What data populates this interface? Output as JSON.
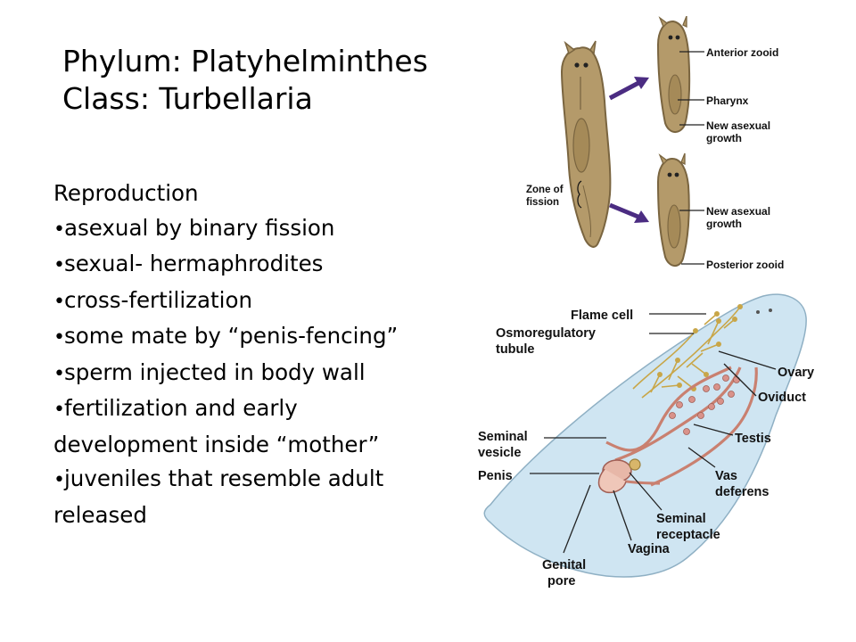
{
  "slide": {
    "title_line1": "Phylum: Platyhelminthes",
    "title_line2": "Class: Turbellaria"
  },
  "content": {
    "heading": "Reproduction",
    "bullets": [
      "asexual by binary fission",
      "sexual- hermaphrodites",
      "cross-fertilization",
      "some mate by “penis-fencing”",
      "sperm injected in body wall",
      "fertilization and early",
      "juveniles that resemble adult"
    ],
    "continuations": [
      "development inside “mother”",
      "released"
    ]
  },
  "fission_figure": {
    "labels": {
      "anterior_zooid": "Anterior zooid",
      "pharynx": "Pharynx",
      "new_asexual_growth_top": "New asexual growth",
      "zone_of_fission": "Zone of fission",
      "new_asexual_growth_bottom": "New asexual growth",
      "posterior_zooid": "Posterior zooid"
    }
  },
  "anatomy_figure": {
    "labels": {
      "flame_cell": "Flame cell",
      "osmoregulatory_tubule": "Osmoregulatory tubule",
      "ovary": "Ovary",
      "oviduct": "Oviduct",
      "testis": "Testis",
      "seminal_vesicle": "Seminal vesicle",
      "penis": "Penis",
      "vas_deferens": "Vas deferens",
      "seminal_receptacle": "Seminal receptacle",
      "vagina": "Vagina",
      "genital_pore": "Genital pore"
    }
  },
  "colors": {
    "worm_body": "#b49a6a",
    "worm_outline": "#7a6540",
    "arrow": "#4b2c82",
    "reproductive": "#c98070",
    "flame_cells": "#c8a648",
    "anatomy_bg": "#cfe5f2"
  }
}
